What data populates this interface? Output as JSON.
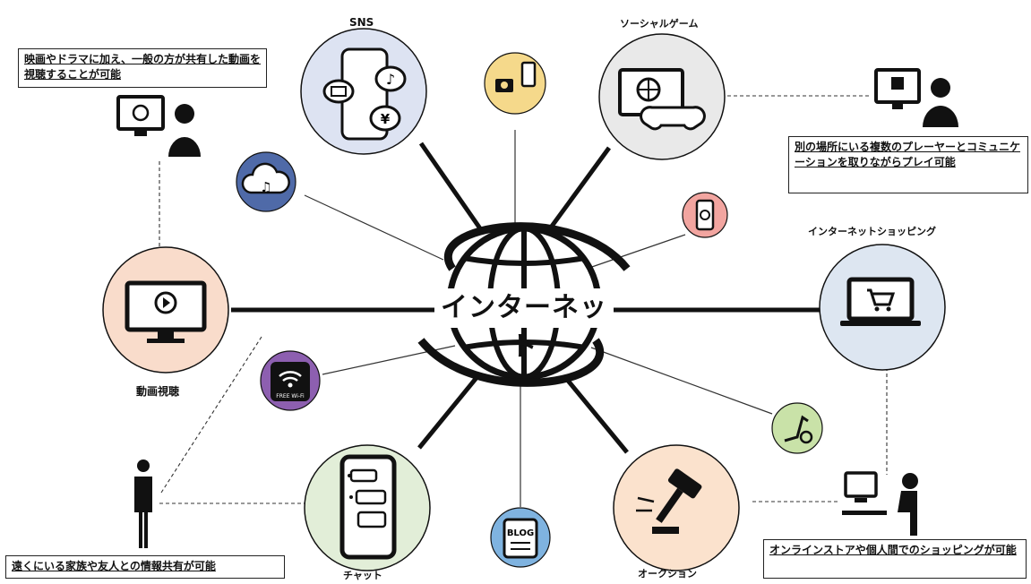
{
  "center": {
    "label": "インターネット"
  },
  "nodes": {
    "sns": {
      "label": "SNS",
      "color": "#dde3f2"
    },
    "social_game": {
      "label": "ソーシャルゲーム",
      "color": "#e9e9e9"
    },
    "shopping": {
      "label": "インターネットショッピング",
      "color": "#dde6f1"
    },
    "auction": {
      "label": "オークション",
      "color": "#fbe2cd"
    },
    "chat": {
      "label": "チャット",
      "color": "#e2eed8"
    },
    "video": {
      "label": "動画視聴",
      "color": "#f9dccb"
    }
  },
  "small_icons": {
    "photo_share": {
      "color": "#f5d98b"
    },
    "cloud_music": {
      "color": "#4f6aa8"
    },
    "phone_sync": {
      "color": "#f2a5a0"
    },
    "free_wifi": {
      "color": "#8d5fb0",
      "text": "FREE Wi-Fi"
    },
    "fitness": {
      "color": "#c9e2a8"
    },
    "blog": {
      "color": "#7fb3e0",
      "text": "BLOG"
    }
  },
  "notes": {
    "video_note": "映画やドラマに加え、一般の方が共有した動画を視聴することが可能",
    "game_note": "別の場所にいる複数のプレーヤーとコミュニケーションを取りながらプレイ可能",
    "family_note": "遠くにいる家族や友人との情報共有が可能",
    "shopping_note": "オンラインストアや個人間でのショッピングが可能"
  }
}
